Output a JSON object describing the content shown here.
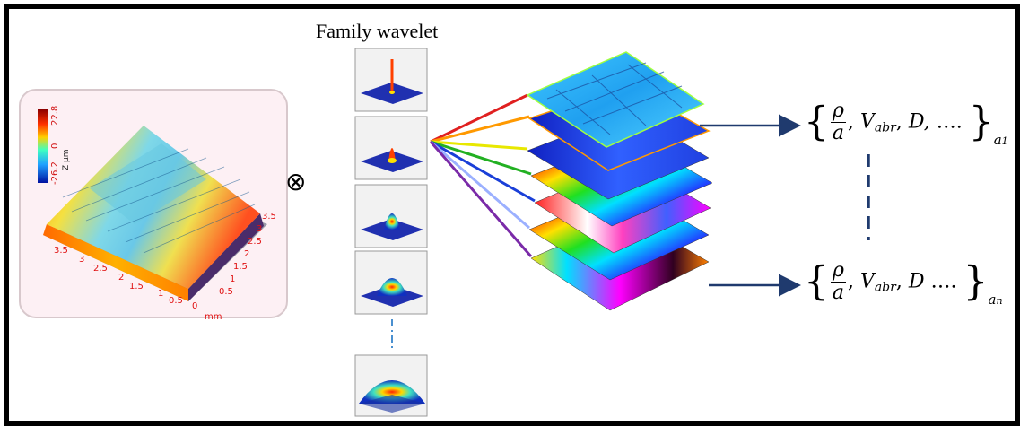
{
  "header": {
    "title": "Family wavelet"
  },
  "surface3d": {
    "colorbar": {
      "max": "22.8",
      "mid": "0",
      "min": "-26.2",
      "label": "Z µm"
    },
    "x_ticks": [
      "3.5",
      "3",
      "2.5",
      "2",
      "1.5",
      "1",
      "0.5",
      "0"
    ],
    "x_unit": "mm",
    "y_ticks": [
      "0.5",
      "1",
      "1.5",
      "2",
      "2.5",
      "3",
      "3.5"
    ]
  },
  "operator": "⊗",
  "wavelets": {
    "count_shown": 5,
    "ellipsis": "⋮"
  },
  "outputs": {
    "top": {
      "rho": "ρ",
      "a": "a",
      "v": "V",
      "v_sub": "abr",
      "d": "D,",
      "dots": "….",
      "scale": "a",
      "scale_sub": "1"
    },
    "bottom": {
      "rho": "ρ",
      "a": "a",
      "v": "V",
      "v_sub": "abr",
      "d": "D",
      "dots": "….",
      "scale": "a",
      "scale_sub": "n"
    }
  },
  "colors": {
    "arrow": "#1f3a6e",
    "layer_lines": [
      "#e02020",
      "#ff9900",
      "#e8e800",
      "#22b022",
      "#1a3fd8",
      "#9bb0ff",
      "#7a2aa8"
    ]
  }
}
